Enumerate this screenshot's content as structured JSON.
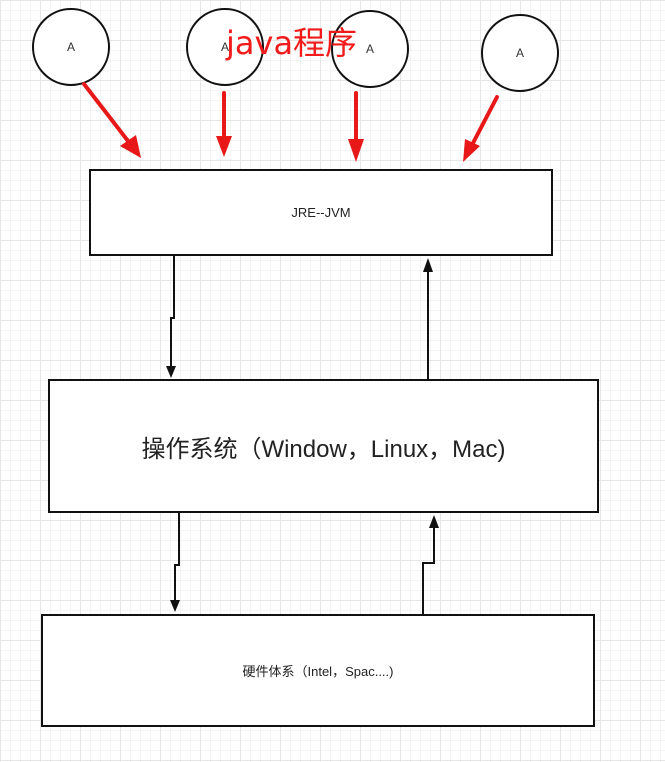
{
  "title": "java程序",
  "circles": [
    {
      "label": "A"
    },
    {
      "label": "A"
    },
    {
      "label": "A"
    },
    {
      "label": "A"
    }
  ],
  "jvm_box": {
    "label": "JRE--JVM"
  },
  "os_box": {
    "label": "操作系统（Window，Linux，Mac)"
  },
  "hw_box": {
    "label": "硬件体系（Intel，Spac....)"
  },
  "colors": {
    "title": "#f21b1b",
    "red_arrow": "#e81818",
    "line": "#111111"
  }
}
